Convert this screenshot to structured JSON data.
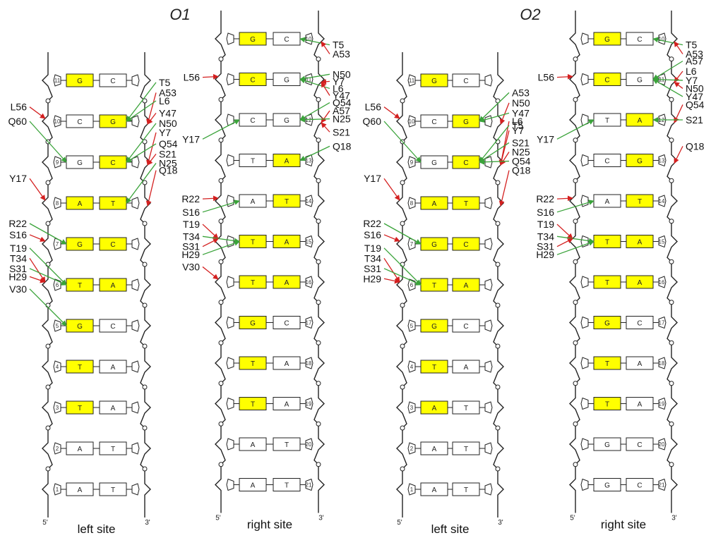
{
  "titles": {
    "o1": "O1",
    "o2": "O2"
  },
  "colors": {
    "highlight": "#ffff00",
    "red_arrow": "#d42020",
    "green_arrow": "#3aa33a",
    "strand": "#222222"
  },
  "panels": [
    {
      "id": "o1-left",
      "site_label": "left site",
      "end5": "5'",
      "end3": "3'",
      "numbers": [
        11,
        10,
        9,
        8,
        7,
        6,
        5,
        4,
        3,
        2,
        1
      ],
      "pairs": [
        [
          "G",
          "C"
        ],
        [
          "C",
          "G"
        ],
        [
          "G",
          "C"
        ],
        [
          "A",
          "T"
        ],
        [
          "G",
          "C"
        ],
        [
          "T",
          "A"
        ],
        [
          "G",
          "C"
        ],
        [
          "T",
          "A"
        ],
        [
          "T",
          "A"
        ],
        [
          "A",
          "T"
        ],
        [
          "A",
          "T"
        ]
      ],
      "highlight": [
        [
          1,
          0
        ],
        [
          0,
          1
        ],
        [
          0,
          1
        ],
        [
          1,
          1
        ],
        [
          1,
          1
        ],
        [
          1,
          1
        ],
        [
          1,
          0
        ],
        [
          1,
          0
        ],
        [
          1,
          0
        ],
        [
          0,
          0
        ],
        [
          0,
          0
        ]
      ],
      "left_labels": [
        [
          "L56",
          2.3
        ],
        [
          "Q60",
          3.0
        ],
        [
          "Y17",
          5.8
        ],
        [
          "R22",
          8.0
        ],
        [
          "S16",
          8.55
        ],
        [
          "T19",
          9.2
        ],
        [
          "T34",
          9.7
        ],
        [
          "S31",
          10.2
        ],
        [
          "H29",
          10.6
        ],
        [
          "V30",
          11.2
        ]
      ],
      "right_labels": [
        [
          "T5",
          1.1
        ],
        [
          "A53",
          1.6
        ],
        [
          "L6",
          2.0
        ],
        [
          "Y47",
          2.6
        ],
        [
          "N50",
          3.1
        ],
        [
          "Y7",
          3.55
        ],
        [
          "Q54",
          4.1
        ],
        [
          "S21",
          4.6
        ],
        [
          "N25",
          5.05
        ],
        [
          "Q18",
          5.4
        ]
      ]
    },
    {
      "id": "o1-right",
      "site_label": "right site",
      "end5": "5'",
      "end3": "3'",
      "numbers": [
        10,
        11,
        12,
        13,
        14,
        15,
        16,
        17,
        18,
        19,
        20,
        21
      ],
      "pairs": [
        [
          "G",
          "C"
        ],
        [
          "C",
          "G"
        ],
        [
          "C",
          "G"
        ],
        [
          "T",
          "A"
        ],
        [
          "A",
          "T"
        ],
        [
          "T",
          "A"
        ],
        [
          "T",
          "A"
        ],
        [
          "G",
          "C"
        ],
        [
          "T",
          "A"
        ],
        [
          "T",
          "A"
        ],
        [
          "A",
          "T"
        ],
        [
          "A",
          "T"
        ]
      ],
      "highlight": [
        [
          1,
          0
        ],
        [
          1,
          0
        ],
        [
          0,
          0
        ],
        [
          0,
          1
        ],
        [
          0,
          1
        ],
        [
          1,
          1
        ],
        [
          1,
          1
        ],
        [
          1,
          0
        ],
        [
          1,
          0
        ],
        [
          1,
          0
        ],
        [
          0,
          0
        ],
        [
          0,
          0
        ]
      ],
      "left_labels": [
        [
          "L56",
          1.9
        ],
        [
          "Y17",
          4.95
        ],
        [
          "R22",
          7.9
        ],
        [
          "S16",
          8.55
        ],
        [
          "T19",
          9.15
        ],
        [
          "T34",
          9.75
        ],
        [
          "S31",
          10.25
        ],
        [
          "H29",
          10.65
        ],
        [
          "V30",
          11.25
        ]
      ],
      "right_labels": [
        [
          "T5",
          0.3
        ],
        [
          "A53",
          0.75
        ],
        [
          "N50",
          1.75
        ],
        [
          "Y7",
          2.1
        ],
        [
          "L6",
          2.45
        ],
        [
          "Y47",
          2.8
        ],
        [
          "Q54",
          3.15
        ],
        [
          "A57",
          3.55
        ],
        [
          "N25",
          3.95
        ],
        [
          "S21",
          4.6
        ],
        [
          "Q18",
          5.3
        ]
      ]
    },
    {
      "id": "o2-left",
      "site_label": "left site",
      "end5": "5'",
      "end3": "3'",
      "numbers": [
        11,
        10,
        9,
        8,
        7,
        6,
        5,
        4,
        3,
        2,
        1
      ],
      "pairs": [
        [
          "G",
          "C"
        ],
        [
          "C",
          "G"
        ],
        [
          "G",
          "C"
        ],
        [
          "A",
          "T"
        ],
        [
          "G",
          "C"
        ],
        [
          "T",
          "A"
        ],
        [
          "G",
          "C"
        ],
        [
          "T",
          "A"
        ],
        [
          "A",
          "T"
        ],
        [
          "A",
          "T"
        ],
        [
          "A",
          "T"
        ]
      ],
      "highlight": [
        [
          1,
          0
        ],
        [
          0,
          1
        ],
        [
          0,
          1
        ],
        [
          1,
          1
        ],
        [
          1,
          1
        ],
        [
          1,
          1
        ],
        [
          1,
          0
        ],
        [
          1,
          0
        ],
        [
          1,
          0
        ],
        [
          0,
          0
        ],
        [
          0,
          0
        ]
      ],
      "left_labels": [
        [
          "L56",
          2.3
        ],
        [
          "Q60",
          3.0
        ],
        [
          "Y17",
          5.8
        ],
        [
          "R22",
          8.0
        ],
        [
          "S16",
          8.55
        ],
        [
          "T19",
          9.2
        ],
        [
          "T34",
          9.7
        ],
        [
          "S31",
          10.2
        ],
        [
          "H29",
          10.7
        ]
      ],
      "right_labels": [
        [
          "A53",
          1.6
        ],
        [
          "N50",
          2.1
        ],
        [
          "Y47",
          2.6
        ],
        [
          "L6",
          3.0
        ],
        [
          "T5",
          3.2
        ],
        [
          "Y7",
          3.45
        ],
        [
          "S21",
          4.05
        ],
        [
          "N25",
          4.5
        ],
        [
          "Q54",
          4.95
        ],
        [
          "Q18",
          5.4
        ]
      ]
    },
    {
      "id": "o2-right",
      "site_label": "right site",
      "end5": "5'",
      "end3": "3'",
      "numbers": [
        10,
        11,
        12,
        13,
        14,
        15,
        16,
        17,
        18,
        19,
        20,
        21
      ],
      "pairs": [
        [
          "G",
          "C"
        ],
        [
          "C",
          "G"
        ],
        [
          "T",
          "A"
        ],
        [
          "C",
          "G"
        ],
        [
          "A",
          "T"
        ],
        [
          "T",
          "A"
        ],
        [
          "T",
          "A"
        ],
        [
          "G",
          "C"
        ],
        [
          "T",
          "A"
        ],
        [
          "T",
          "A"
        ],
        [
          "G",
          "C"
        ],
        [
          "G",
          "C"
        ]
      ],
      "highlight": [
        [
          1,
          0
        ],
        [
          1,
          0
        ],
        [
          0,
          1
        ],
        [
          0,
          1
        ],
        [
          0,
          1
        ],
        [
          1,
          1
        ],
        [
          1,
          1
        ],
        [
          1,
          0
        ],
        [
          1,
          0
        ],
        [
          1,
          0
        ],
        [
          0,
          0
        ],
        [
          0,
          0
        ]
      ],
      "left_labels": [
        [
          "L56",
          1.9
        ],
        [
          "Y17",
          4.95
        ],
        [
          "R22",
          7.9
        ],
        [
          "S16",
          8.55
        ],
        [
          "T19",
          9.15
        ],
        [
          "T34",
          9.75
        ],
        [
          "S31",
          10.25
        ],
        [
          "H29",
          10.65
        ]
      ],
      "right_labels": [
        [
          "T5",
          0.3
        ],
        [
          "A53",
          0.75
        ],
        [
          "A57",
          1.1
        ],
        [
          "L6",
          1.6
        ],
        [
          "Y7",
          2.05
        ],
        [
          "N50",
          2.45
        ],
        [
          "Y47",
          2.85
        ],
        [
          "Q54",
          3.25
        ],
        [
          "S21",
          4.0
        ],
        [
          "Q18",
          5.3
        ]
      ]
    }
  ]
}
